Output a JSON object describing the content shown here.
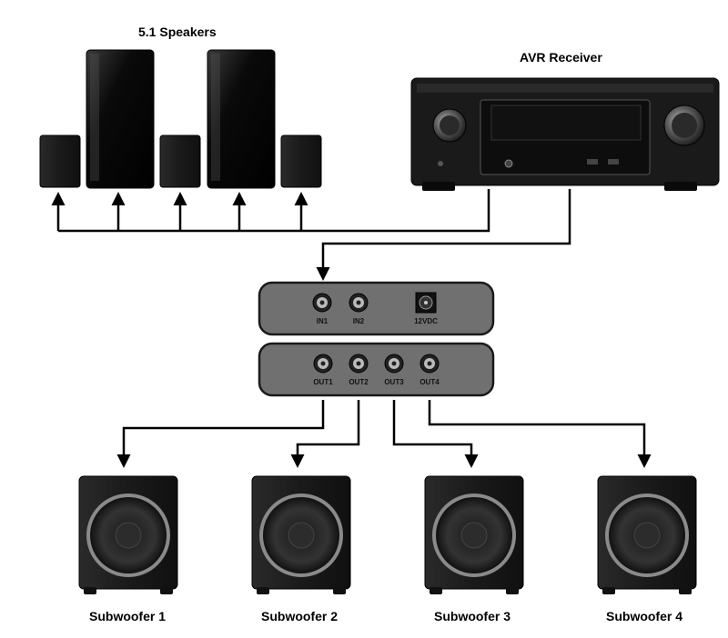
{
  "speakers": {
    "title": "5.1 Speakers"
  },
  "receiver": {
    "title": "AVR Receiver"
  },
  "splitter_input": {
    "jacks": [
      "IN1",
      "IN2"
    ],
    "power": "12VDC"
  },
  "splitter_output": {
    "jacks": [
      "OUT1",
      "OUT2",
      "OUT3",
      "OUT4"
    ]
  },
  "subwoofers": [
    {
      "label": "Subwoofer 1"
    },
    {
      "label": "Subwoofer 2"
    },
    {
      "label": "Subwoofer 3"
    },
    {
      "label": "Subwoofer 4"
    }
  ],
  "colors": {
    "line": "#000000",
    "device_body": "#707070",
    "device_outline": "#1a1a1a",
    "speaker_body": "#1c1c1c",
    "receiver_body": "#161616"
  }
}
